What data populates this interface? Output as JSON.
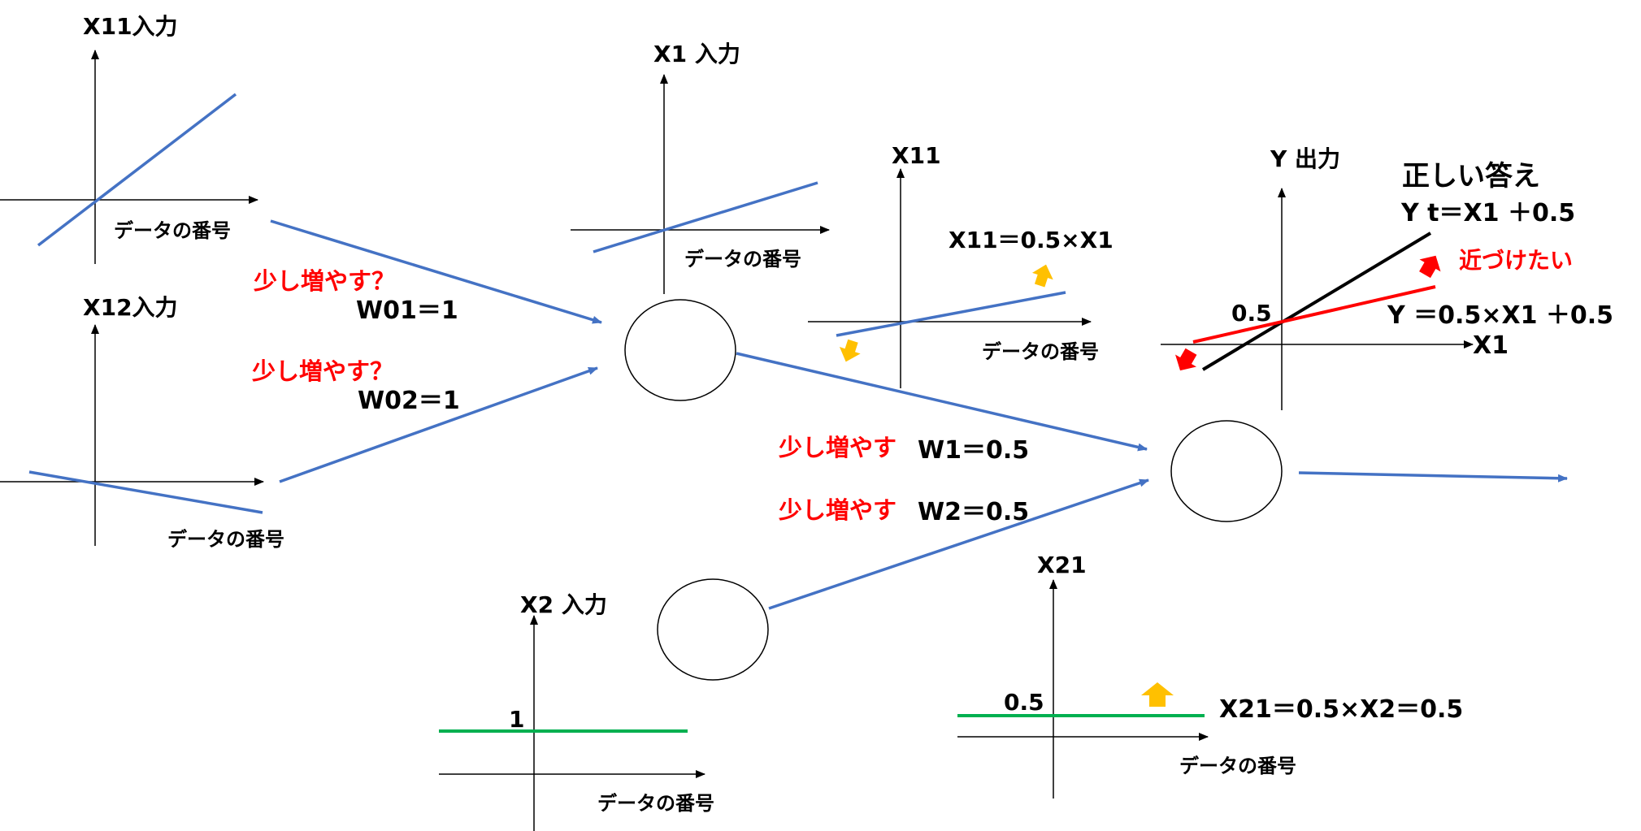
{
  "colors": {
    "blue": "#4472c4",
    "green": "#00b050",
    "red": "#ff0000",
    "orange": "#ffc000",
    "black": "#000000"
  },
  "inputs": {
    "x11_title": "X11入力",
    "x12_title": "X12入力",
    "x1_title": "X1 入力",
    "x2_title": "X2 入力",
    "x2_value": "1"
  },
  "axis_label_data_index": "データの番号",
  "weights": {
    "w01_hint": "少し増やす？",
    "w01": "W01＝1",
    "w02_hint": "少し増やす？",
    "w02": "W02＝1",
    "w1_hint": "少し増やす",
    "w1": "W1＝0.5",
    "w2_hint": "少し増やす",
    "w2": "W2＝0.5"
  },
  "intermediate": {
    "x11_title": "X11",
    "x11_formula": "X11＝0.5×X1",
    "x21_title": "X21",
    "x21_value": "0.5",
    "x21_formula": "X21＝0.5×X2＝0.5"
  },
  "output": {
    "y_title": "Y 出力",
    "correct_title": "正しい答え",
    "target_formula": "Y t＝X1 ＋0.5",
    "approach_label": "近づけたい",
    "current_formula": "Y ＝0.5×X1 ＋0.5",
    "intercept": "0.5",
    "x_axis": "X1"
  }
}
